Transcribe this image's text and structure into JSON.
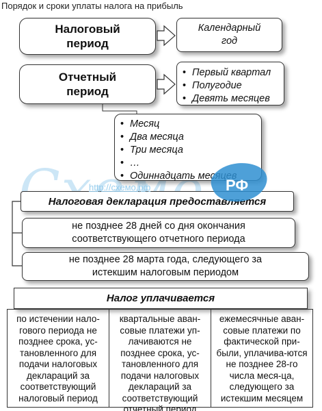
{
  "caption": "Порядок и сроки уплаты налога на прибыль",
  "tax_period": {
    "label": "Налоговый период",
    "value": "Календарный год"
  },
  "reporting_period": {
    "label": "Отчетный период",
    "items": [
      "Первый квартал",
      "Полугодие",
      "Девять месяцев"
    ]
  },
  "monthly_periods": [
    "Месяц",
    "Два месяца",
    "Три месяца",
    "…",
    "Одиннадцать месяцев"
  ],
  "declaration": {
    "title": "Налоговая декларация предоставляется",
    "deadline_reporting": "не позднее 28 дней со дня окончания соответствующего отчетного периода",
    "deadline_tax": "не позднее 28 марта года, следующего за истекшим налоговым периодом"
  },
  "payment": {
    "title": "Налог уплачивается",
    "columns": [
      "по истечении нало-гового периода не позднее срока, уc-тановленного для подачи налоговых деклараций за соответствующий налоговый период",
      "квартальные аван-совые платежи уп-лачиваются не позднее срока, ус-тановленного для подачи налоговых деклараций за соответствующий отчетный период",
      "ежемесячные аван-совые платежи по фактической при-были, уплачива-ются не позднее 28-го числа меся-ца, следующего за истекшим месяцем"
    ]
  },
  "watermark": {
    "url": "http://схемо.рф",
    "word": "Схемо",
    "badge": "РФ"
  }
}
